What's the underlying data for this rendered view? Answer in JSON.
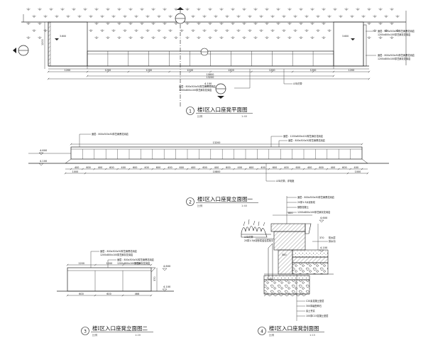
{
  "drawing_titles": [
    {
      "number": "1",
      "title": "楼Ⅰ区入口座凳平面图",
      "label": "比例",
      "scale": "1:40"
    },
    {
      "number": "2",
      "title": "楼Ⅰ区入口座凳立面图一",
      "label": "比例",
      "scale": "1:40"
    },
    {
      "number": "3",
      "title": "楼Ⅰ区入口座凳立面图二",
      "label": "比例",
      "scale": "1:20"
    },
    {
      "number": "4",
      "title": "楼Ⅰ区入口座凳剖面图",
      "label": "比例",
      "scale": "1:15"
    }
  ],
  "plan": {
    "seg_dims": [
      "1200",
      "1200",
      "1200",
      "1200",
      "1200",
      "1200",
      "1200",
      "1200",
      "1200",
      "1200",
      "1200",
      "1200"
    ],
    "total_inner": "10800",
    "total_outer": "13200",
    "left_end": "1200",
    "right_end": "1200",
    "height_dim": "1200",
    "left_label": "3.600",
    "right_label": "3.600",
    "center_label": "3.600",
    "level_bottom": "4.100",
    "note_right_1": "面层：800x300x30厚芝麻黑花岗岩",
    "note_right_2": "1200x800x100厚芝麻灰花岗岩",
    "note_right_3": "面层：800x300x30厚芝麻黑花岗岩",
    "note_right_4": "1200x800x100厚芝麻灰花岗岩",
    "note_bottom_1": "面层：800x300x30厚芝麻黑花岗岩",
    "note_bottom_2": "1200x800x100厚芝麻灰花岗岩",
    "note_bottom_3": "LED灯带"
  },
  "elev1": {
    "total": "13200",
    "inner": "10800",
    "seg_dims": [
      "400",
      "600",
      "400",
      "600",
      "400",
      "600",
      "400",
      "600",
      "400",
      "600",
      "400",
      "600",
      "400",
      "600",
      "400",
      "600",
      "400",
      "600",
      "400",
      "600",
      "400",
      "600",
      "400",
      "600",
      "400"
    ],
    "end_left": "1000",
    "end_right": "1000",
    "level_top": "4.600",
    "level_bottom": "4.100",
    "note_top": "面层：800x300x30厚芝麻黑花岗岩",
    "note_right_1": "面层：1200x800x100厚芝麻灰花岗岩",
    "note_right_2": "面层：800x300x30厚芝麻黑花岗岩",
    "note_bottom": "LED灯带，详电施"
  },
  "elev2": {
    "seg_dims": [
      "1200",
      "1200",
      "1200"
    ],
    "bottom_dims": [
      "600",
      "600",
      "466"
    ],
    "height_dim": "370",
    "level_top": "4.600",
    "level_bottom": "4.100",
    "note_1": "面层：800x300x30厚芝麻黑花岗岩",
    "note_2": "1200x800x100厚芝麻灰花岗岩",
    "note_3": "面层：800x300x30厚芝麻黑花岗岩",
    "note_4": "1200x800x100厚芝麻灰花岗岩"
  },
  "section": {
    "level_top": "4.600",
    "level_mid": "4.100",
    "dim_top": "800",
    "dim_side": "370",
    "dim_mid": "300",
    "notes_top": [
      "面层：800x300x30厚芝麻黑花岗岩",
      "20厚1:3水泥砂浆",
      "钢筋混凝土",
      "1200x800x100厚芝麻灰花岗岩"
    ],
    "notes_right": [
      "防水层",
      "排水沟"
    ],
    "notes_left": [
      "LED灯带",
      "20厚1:3水泥砂浆结合层找平"
    ],
    "notes_bottom": [
      "C20素混凝土垫层",
      "300厚级配碎石",
      "素土夯实",
      "100厚C15混凝土垫层"
    ]
  }
}
